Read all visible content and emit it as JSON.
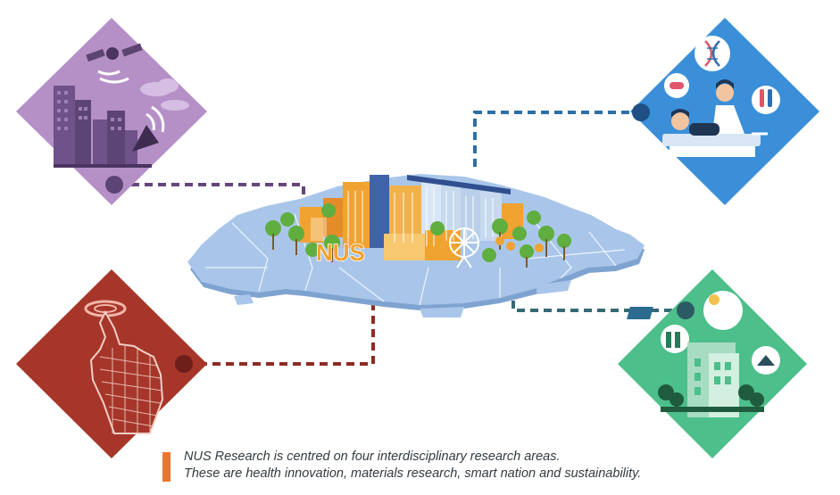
{
  "figure": {
    "map_label": "NUS",
    "caption": {
      "line1": "NUS Research is centred on four interdisciplinary research areas.",
      "line2": "These are health innovation, materials research, smart nation and sustainability."
    }
  },
  "colors": {
    "smart_nation": "#b590c7",
    "health_innovation": "#3b8fd8",
    "materials_research": "#a7362a",
    "sustainability": "#4cbf8a",
    "map": "#a9c6ea",
    "caption_bar": "#e9762d",
    "nus_text": "#f0a331"
  },
  "icons": {
    "top_left": "satellite-city-icon",
    "top_right": "healthcare-lab-icon",
    "bottom_left": "touch-hand-icon",
    "bottom_right": "green-building-icon"
  }
}
